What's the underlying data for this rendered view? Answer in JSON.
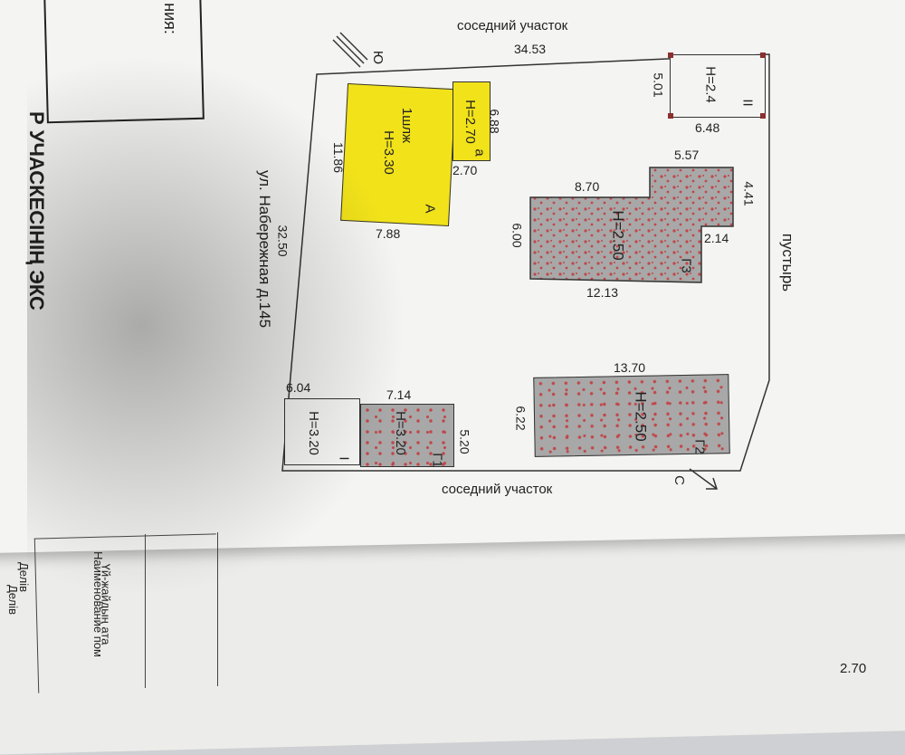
{
  "header": {
    "title_strip": "Р УЧАСКЕСІНІҢ ЭКС",
    "box_text": "ния:"
  },
  "plan": {
    "north_label": "Ю",
    "south_label": "С",
    "top_neighbor": "соседний участок",
    "bottom_neighbor": "соседний участок",
    "right_side": "пустырь",
    "street": "ул. Набережная д.145",
    "dims": {
      "top": "34.53",
      "left": "32.50"
    },
    "buildings": {
      "main": {
        "name": "1шлж",
        "height": "H=3.30",
        "letter": "A",
        "w": "7.88",
        "h": "11.86"
      },
      "annex": {
        "height": "H=2.70",
        "letter": "a",
        "w": "2.70",
        "h": "6.88"
      },
      "shed2": {
        "roman": "II",
        "height": "H=2.4",
        "w": "6.48",
        "h": "5.01"
      },
      "g3": {
        "name": "Г3",
        "height": "H=2.50",
        "top_a": "8.70",
        "top_b": "5.57",
        "side_a": "4.41",
        "side_b": "2.14",
        "left": "6.00",
        "bottom": "12.13"
      },
      "g2": {
        "name": "Г2",
        "height": "H=2.50",
        "top": "13.70",
        "left": "6.22"
      },
      "shed1": {
        "roman": "I",
        "height": "H=3.20",
        "top": "6.04"
      },
      "g1": {
        "name": "Г1",
        "height": "H=3.20",
        "top": "7.14",
        "side": "5.20"
      }
    }
  },
  "footer": {
    "line1": "Үй-жайдың ата",
    "line2": "Наименование пом",
    "line3": "Делів",
    "line4": "Делів",
    "corner_value": "2.70"
  },
  "colors": {
    "yellow": "#f1e21a",
    "brick_dots": "#c0484a",
    "gray": "#a8a8a8"
  }
}
